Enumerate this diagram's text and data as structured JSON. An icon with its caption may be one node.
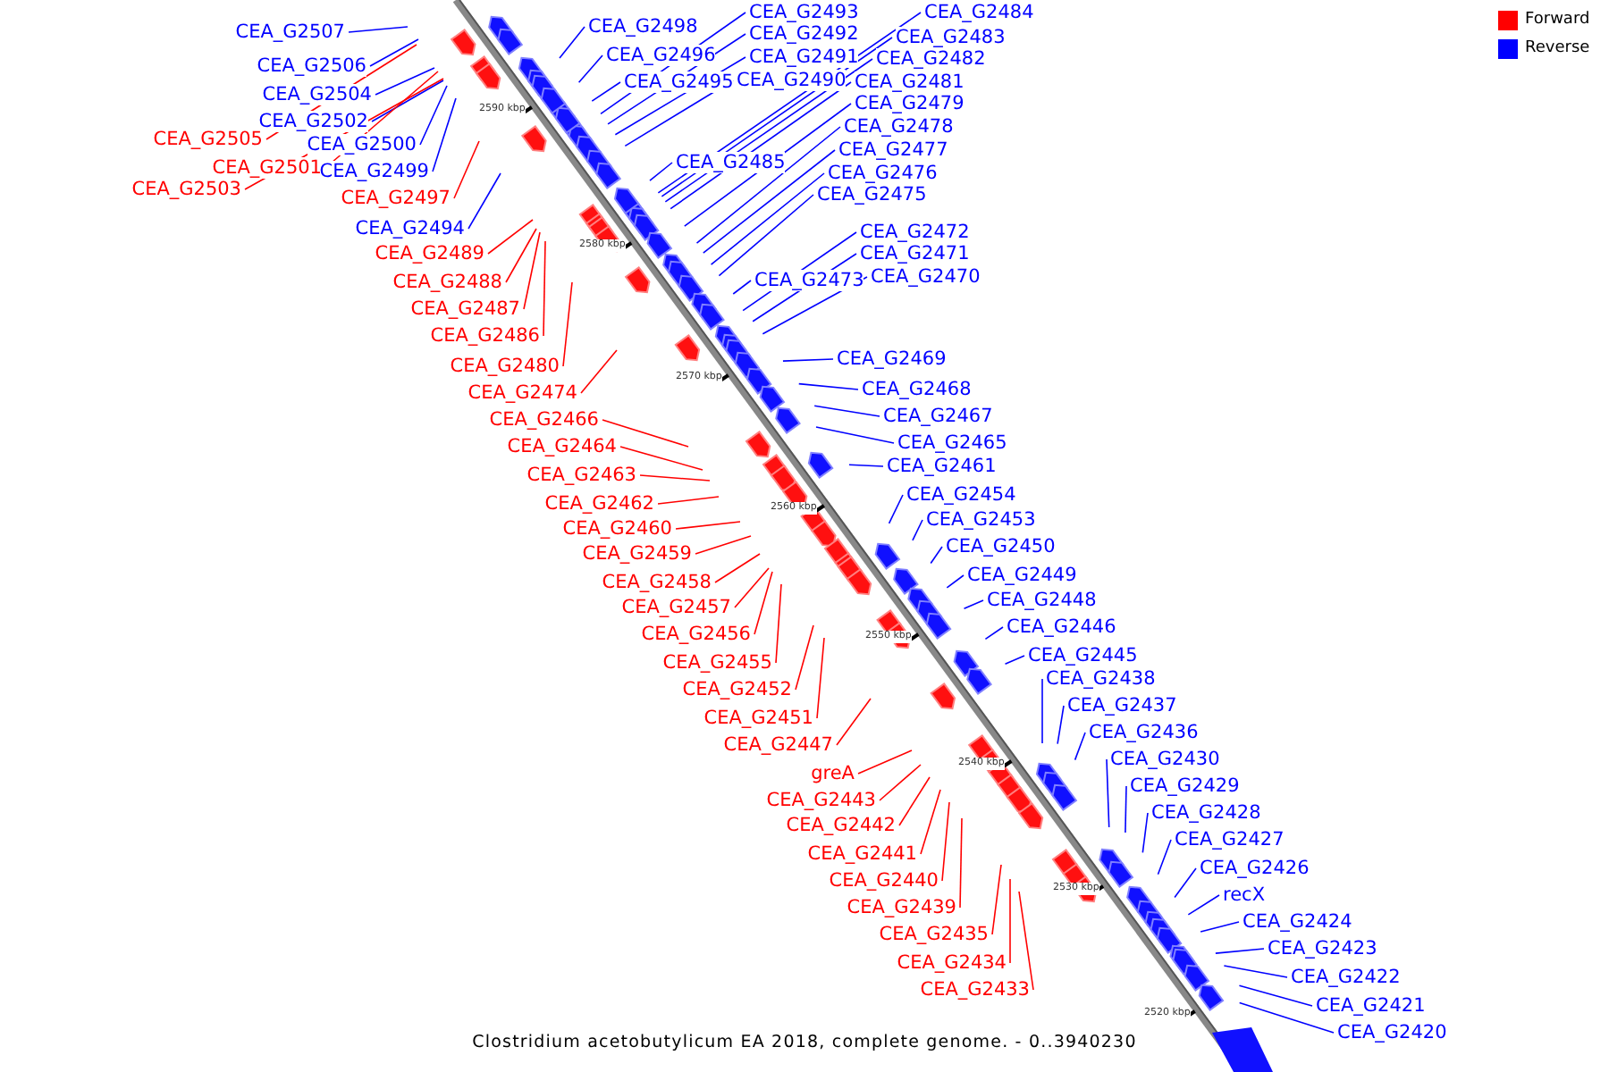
{
  "diagram": {
    "caption": "Clostridium acetobutylicum EA 2018, complete genome. - 0..3940230",
    "nodes": [
      {
        "text": [
          "CEA_G2507"
        ]
      },
      {
        "text": [
          "CEA_G2498"
        ]
      },
      {
        "text": [
          "CEA_G2493"
        ]
      },
      {
        "text": [
          "CEA_G2484"
        ]
      },
      {
        "text": [
          "CEA_G2496"
        ]
      },
      {
        "text": [
          "CEA_G2492"
        ]
      },
      {
        "text": [
          "CEA_G2483"
        ]
      },
      {
        "text": [
          "CEA_G2506"
        ]
      },
      {
        "text": [
          "CEA_G2491"
        ]
      },
      {
        "text": [
          "CEA_G2482"
        ]
      },
      {
        "text": [
          "CEA_G2495"
        ]
      },
      {
        "text": [
          "CEA_G2490"
        ]
      },
      {
        "text": [
          "CEA_G2504"
        ]
      },
      {
        "text": [
          "CEA_G2481"
        ]
      },
      {
        "text": [
          "CEA_G2479"
        ]
      },
      {
        "text": [
          "CEA_G2502"
        ]
      },
      {
        "text": [
          "CEA_G2505"
        ]
      },
      {
        "text": [
          "CEA_G2478"
        ]
      },
      {
        "text": [
          "CEA_G2500"
        ]
      },
      {
        "text": [
          "CEA_G2485"
        ]
      },
      {
        "text": [
          "CEA_G2477"
        ]
      },
      {
        "text": [
          "CEA_G2501"
        ]
      },
      {
        "text": [
          "CEA_G2499"
        ]
      },
      {
        "text": [
          "CEA_G2476"
        ]
      },
      {
        "text": [
          "CEA_G2503"
        ]
      },
      {
        "text": [
          "CEA_G2497"
        ]
      },
      {
        "text": [
          "CEA_G2475"
        ]
      },
      {
        "text": [
          "CEA_G2494"
        ]
      },
      {
        "text": [
          "CEA_G2472"
        ]
      },
      {
        "text": [
          "CEA_G2489"
        ]
      },
      {
        "text": [
          "CEA_G2471"
        ]
      },
      {
        "text": [
          "CEA_G2473"
        ]
      },
      {
        "text": [
          "CEA_G2470"
        ]
      },
      {
        "text": [
          "CEA_G2488"
        ]
      },
      {
        "text": [
          "CEA_G2487"
        ]
      },
      {
        "text": [
          "CEA_G2486"
        ]
      },
      {
        "text": [
          "CEA_G2469"
        ]
      },
      {
        "text": [
          "CEA_G2480"
        ]
      },
      {
        "text": [
          "CEA_G2468"
        ]
      },
      {
        "text": [
          "CEA_G2474"
        ]
      },
      {
        "text": [
          "CEA_G2467"
        ]
      },
      {
        "text": [
          "CEA_G2466"
        ]
      },
      {
        "text": [
          "CEA_G2465"
        ]
      },
      {
        "text": [
          "CEA_G2464"
        ]
      },
      {
        "text": [
          "CEA_G2461"
        ]
      },
      {
        "text": [
          "CEA_G2463"
        ]
      },
      {
        "text": [
          "CEA_G2454"
        ]
      },
      {
        "text": [
          "CEA_G2462"
        ]
      },
      {
        "text": [
          "CEA_G2453"
        ]
      },
      {
        "text": [
          "CEA_G2460"
        ]
      },
      {
        "text": [
          "CEA_G2450"
        ]
      },
      {
        "text": [
          "CEA_G2459"
        ]
      },
      {
        "text": [
          "CEA_G2449"
        ]
      },
      {
        "text": [
          "CEA_G2458"
        ]
      },
      {
        "text": [
          "CEA_G2448"
        ]
      },
      {
        "text": [
          "CEA_G2457"
        ]
      },
      {
        "text": [
          "CEA_G2446"
        ]
      },
      {
        "text": [
          "CEA_G2456"
        ]
      },
      {
        "text": [
          "CEA_G2445"
        ]
      },
      {
        "text": [
          "CEA_G2455"
        ]
      },
      {
        "text": [
          "CEA_G2438"
        ]
      },
      {
        "text": [
          "CEA_G2452"
        ]
      },
      {
        "text": [
          "CEA_G2437"
        ]
      },
      {
        "text": [
          "CEA_G2451"
        ]
      },
      {
        "text": [
          "CEA_G2436"
        ]
      },
      {
        "text": [
          "CEA_G2447"
        ]
      },
      {
        "text": [
          "CEA_G2430"
        ]
      },
      {
        "text": [
          "greA"
        ]
      },
      {
        "text": [
          "CEA_G2429"
        ]
      },
      {
        "text": [
          "CEA_G2443"
        ]
      },
      {
        "text": [
          "CEA_G2428"
        ]
      },
      {
        "text": [
          "CEA_G2442"
        ]
      },
      {
        "text": [
          "CEA_G2427"
        ]
      },
      {
        "text": [
          "CEA_G2441"
        ]
      },
      {
        "text": [
          "CEA_G2426"
        ]
      },
      {
        "text": [
          "CEA_G2440"
        ]
      },
      {
        "text": [
          "recX"
        ]
      },
      {
        "text": [
          "CEA_G2439"
        ]
      },
      {
        "text": [
          "CEA_G2424"
        ]
      },
      {
        "text": [
          "CEA_G2435"
        ]
      },
      {
        "text": [
          "CEA_G2423"
        ]
      },
      {
        "text": [
          "CEA_G2434"
        ]
      },
      {
        "text": [
          "CEA_G2422"
        ]
      },
      {
        "text": [
          "CEA_G2433"
        ]
      },
      {
        "text": [
          "CEA_G2421"
        ]
      },
      {
        "text": [
          "CEA_G2420"
        ]
      }
    ],
    "edges": [
      {
        "from": 0,
        "to": null,
        "arrow": "none",
        "color": "#0000ff"
      },
      {
        "from": 1,
        "to": null,
        "arrow": "none",
        "color": "#0000ff"
      },
      {
        "from": 2,
        "to": null,
        "arrow": "none",
        "color": "#0000ff"
      },
      {
        "from": 3,
        "to": null,
        "arrow": "none",
        "color": "#0000ff"
      },
      {
        "from": 4,
        "to": null,
        "arrow": "none",
        "color": "#0000ff"
      },
      {
        "from": 5,
        "to": null,
        "arrow": "none",
        "color": "#0000ff"
      },
      {
        "from": 6,
        "to": null,
        "arrow": "none",
        "color": "#0000ff"
      },
      {
        "from": 7,
        "to": null,
        "arrow": "none",
        "color": "#0000ff"
      },
      {
        "from": 8,
        "to": null,
        "arrow": "none",
        "color": "#0000ff"
      },
      {
        "from": 9,
        "to": null,
        "arrow": "none",
        "color": "#0000ff"
      },
      {
        "from": 10,
        "to": null,
        "arrow": "none",
        "color": "#0000ff"
      },
      {
        "from": 11,
        "to": null,
        "arrow": "none",
        "color": "#0000ff"
      },
      {
        "from": 12,
        "to": null,
        "arrow": "none",
        "color": "#0000ff"
      },
      {
        "from": 13,
        "to": null,
        "arrow": "none",
        "color": "#0000ff"
      },
      {
        "from": 14,
        "to": null,
        "arrow": "none",
        "color": "#0000ff"
      },
      {
        "from": 15,
        "to": null,
        "arrow": "none",
        "color": "#0000ff"
      },
      {
        "from": 16,
        "to": null,
        "arrow": "none",
        "color": "#ff0000"
      },
      {
        "from": 17,
        "to": null,
        "arrow": "none",
        "color": "#0000ff"
      },
      {
        "from": 18,
        "to": null,
        "arrow": "none",
        "color": "#0000ff"
      },
      {
        "from": 19,
        "to": null,
        "arrow": "none",
        "color": "#0000ff"
      },
      {
        "from": 20,
        "to": null,
        "arrow": "none",
        "color": "#0000ff"
      },
      {
        "from": 21,
        "to": null,
        "arrow": "none",
        "color": "#ff0000"
      },
      {
        "from": 22,
        "to": null,
        "arrow": "none",
        "color": "#0000ff"
      },
      {
        "from": 23,
        "to": null,
        "arrow": "none",
        "color": "#0000ff"
      },
      {
        "from": 24,
        "to": null,
        "arrow": "none",
        "color": "#ff0000"
      },
      {
        "from": 25,
        "to": null,
        "arrow": "none",
        "color": "#ff0000"
      },
      {
        "from": 26,
        "to": null,
        "arrow": "none",
        "color": "#0000ff"
      },
      {
        "from": 27,
        "to": null,
        "arrow": "none",
        "color": "#0000ff"
      },
      {
        "from": 28,
        "to": null,
        "arrow": "none",
        "color": "#0000ff"
      },
      {
        "from": 29,
        "to": null,
        "arrow": "none",
        "color": "#ff0000"
      },
      {
        "from": 30,
        "to": null,
        "arrow": "none",
        "color": "#0000ff"
      },
      {
        "from": 31,
        "to": null,
        "arrow": "none",
        "color": "#0000ff"
      },
      {
        "from": 32,
        "to": null,
        "arrow": "none",
        "color": "#0000ff"
      },
      {
        "from": 33,
        "to": null,
        "arrow": "none",
        "color": "#ff0000"
      },
      {
        "from": 34,
        "to": null,
        "arrow": "none",
        "color": "#ff0000"
      },
      {
        "from": 35,
        "to": null,
        "arrow": "none",
        "color": "#ff0000"
      },
      {
        "from": 36,
        "to": null,
        "arrow": "none",
        "color": "#0000ff"
      },
      {
        "from": 37,
        "to": null,
        "arrow": "none",
        "color": "#ff0000"
      },
      {
        "from": 38,
        "to": null,
        "arrow": "none",
        "color": "#0000ff"
      },
      {
        "from": 39,
        "to": null,
        "arrow": "none",
        "color": "#ff0000"
      },
      {
        "from": 40,
        "to": null,
        "arrow": "none",
        "color": "#0000ff"
      },
      {
        "from": 41,
        "to": null,
        "arrow": "none",
        "color": "#ff0000"
      },
      {
        "from": 42,
        "to": null,
        "arrow": "none",
        "color": "#0000ff"
      },
      {
        "from": 43,
        "to": null,
        "arrow": "none",
        "color": "#ff0000"
      },
      {
        "from": 44,
        "to": null,
        "arrow": "none",
        "color": "#0000ff"
      },
      {
        "from": 45,
        "to": null,
        "arrow": "none",
        "color": "#ff0000"
      },
      {
        "from": 46,
        "to": null,
        "arrow": "none",
        "color": "#0000ff"
      },
      {
        "from": 47,
        "to": null,
        "arrow": "none",
        "color": "#ff0000"
      },
      {
        "from": 48,
        "to": null,
        "arrow": "none",
        "color": "#0000ff"
      },
      {
        "from": 49,
        "to": null,
        "arrow": "none",
        "color": "#ff0000"
      },
      {
        "from": 50,
        "to": null,
        "arrow": "none",
        "color": "#0000ff"
      },
      {
        "from": 51,
        "to": null,
        "arrow": "none",
        "color": "#ff0000"
      },
      {
        "from": 52,
        "to": null,
        "arrow": "none",
        "color": "#0000ff"
      },
      {
        "from": 53,
        "to": null,
        "arrow": "none",
        "color": "#ff0000"
      },
      {
        "from": 54,
        "to": null,
        "arrow": "none",
        "color": "#0000ff"
      },
      {
        "from": 55,
        "to": null,
        "arrow": "none",
        "color": "#ff0000"
      },
      {
        "from": 56,
        "to": null,
        "arrow": "none",
        "color": "#0000ff"
      },
      {
        "from": 57,
        "to": null,
        "arrow": "none",
        "color": "#ff0000"
      },
      {
        "from": 58,
        "to": null,
        "arrow": "none",
        "color": "#0000ff"
      },
      {
        "from": 59,
        "to": null,
        "arrow": "none",
        "color": "#ff0000"
      },
      {
        "from": 60,
        "to": null,
        "arrow": "none",
        "color": "#0000ff"
      },
      {
        "from": 61,
        "to": null,
        "arrow": "none",
        "color": "#ff0000"
      },
      {
        "from": 62,
        "to": null,
        "arrow": "none",
        "color": "#0000ff"
      },
      {
        "from": 63,
        "to": null,
        "arrow": "none",
        "color": "#ff0000"
      },
      {
        "from": 64,
        "to": null,
        "arrow": "none",
        "color": "#0000ff"
      },
      {
        "from": 65,
        "to": null,
        "arrow": "none",
        "color": "#ff0000"
      },
      {
        "from": 66,
        "to": null,
        "arrow": "none",
        "color": "#0000ff"
      },
      {
        "from": 67,
        "to": null,
        "arrow": "none",
        "color": "#ff0000"
      },
      {
        "from": 68,
        "to": null,
        "arrow": "none",
        "color": "#0000ff"
      },
      {
        "from": 69,
        "to": null,
        "arrow": "none",
        "color": "#ff0000"
      },
      {
        "from": 70,
        "to": null,
        "arrow": "none",
        "color": "#0000ff"
      },
      {
        "from": 71,
        "to": null,
        "arrow": "none",
        "color": "#ff0000"
      },
      {
        "from": 72,
        "to": null,
        "arrow": "none",
        "color": "#0000ff"
      },
      {
        "from": 73,
        "to": null,
        "arrow": "none",
        "color": "#ff0000"
      },
      {
        "from": 74,
        "to": null,
        "arrow": "none",
        "color": "#0000ff"
      },
      {
        "from": 75,
        "to": null,
        "arrow": "none",
        "color": "#ff0000"
      },
      {
        "from": 76,
        "to": null,
        "arrow": "none",
        "color": "#0000ff"
      },
      {
        "from": 77,
        "to": null,
        "arrow": "none",
        "color": "#ff0000"
      },
      {
        "from": 78,
        "to": null,
        "arrow": "none",
        "color": "#0000ff"
      },
      {
        "from": 79,
        "to": null,
        "arrow": "none",
        "color": "#ff0000"
      },
      {
        "from": 80,
        "to": null,
        "arrow": "none",
        "color": "#0000ff"
      },
      {
        "from": 81,
        "to": null,
        "arrow": "none",
        "color": "#ff0000"
      },
      {
        "from": 82,
        "to": null,
        "arrow": "none",
        "color": "#0000ff"
      },
      {
        "from": 83,
        "to": null,
        "arrow": "none",
        "color": "#ff0000"
      },
      {
        "from": 84,
        "to": null,
        "arrow": "none",
        "color": "#0000ff"
      },
      {
        "from": 85,
        "to": null,
        "arrow": "none",
        "color": "#0000ff"
      }
    ],
    "labels": [
      "2590 kbp",
      "2580 kbp",
      "2570 kbp",
      "2560 kbp",
      "2550 kbp",
      "2540 kbp",
      "2530 kbp",
      "2520 kbp"
    ],
    "legend": [
      {
        "text": "Forward",
        "color": "#ff0000"
      },
      {
        "text": "Reverse",
        "color": "#0000ff"
      }
    ]
  }
}
